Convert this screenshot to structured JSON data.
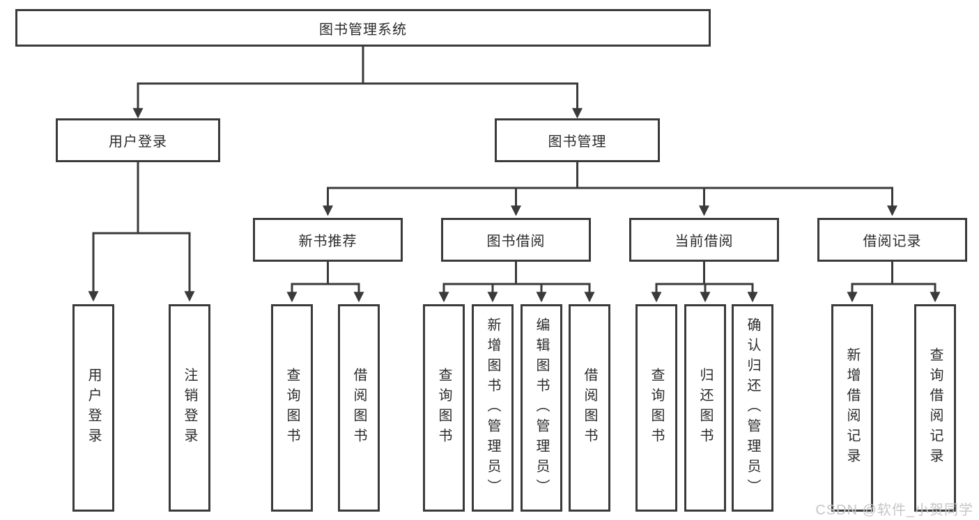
{
  "diagram": {
    "root": {
      "label": "图书管理系统"
    },
    "level2": [
      {
        "label": "用户登录",
        "children": [
          {
            "label": "用户登录"
          },
          {
            "label": "注销登录"
          }
        ]
      },
      {
        "label": "图书管理",
        "children": [
          {
            "label": "新书推荐",
            "children": [
              {
                "label": "查询图书"
              },
              {
                "label": "借阅图书"
              }
            ]
          },
          {
            "label": "图书借阅",
            "children": [
              {
                "label": "查询图书"
              },
              {
                "label": "新增图书（管理员）"
              },
              {
                "label": "编辑图书（管理员）"
              },
              {
                "label": "借阅图书"
              }
            ]
          },
          {
            "label": "当前借阅",
            "children": [
              {
                "label": "查询图书"
              },
              {
                "label": "归还图书"
              },
              {
                "label": "确认归还（管理员）"
              }
            ]
          },
          {
            "label": "借阅记录",
            "children": [
              {
                "label": "新增借阅记录"
              },
              {
                "label": "查询借阅记录"
              }
            ]
          }
        ]
      }
    ],
    "watermark": "CSDN @软件_小贺同学",
    "colors": {
      "line": "#3a3a3a",
      "text": "#2b2b2b",
      "watermark": "#c6c6c6",
      "background": "#ffffff"
    }
  }
}
